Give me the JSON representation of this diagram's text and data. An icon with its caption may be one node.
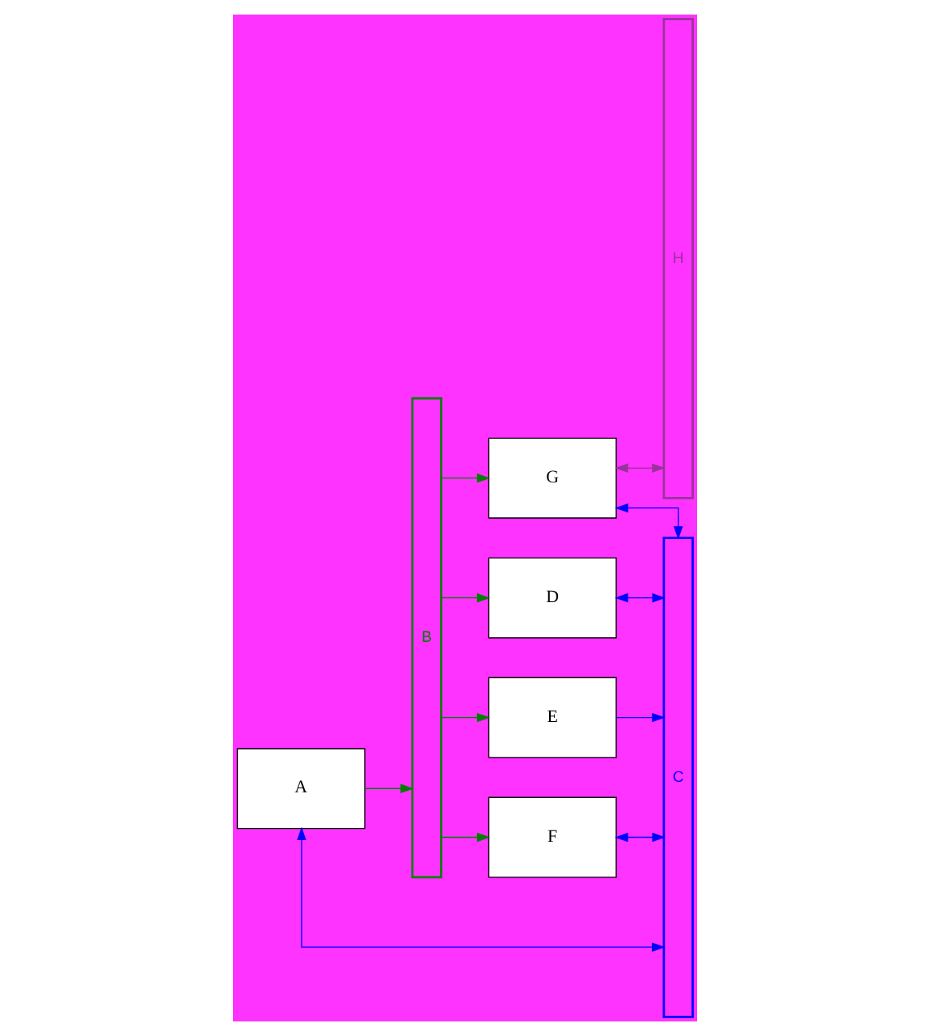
{
  "diagram": {
    "nodes": [
      {
        "text": [
          "A"
        ]
      },
      {
        "text": [
          "B"
        ]
      },
      {
        "text": [
          "C"
        ]
      },
      {
        "text": [
          "D"
        ]
      },
      {
        "text": [
          "E"
        ]
      },
      {
        "text": [
          "F"
        ]
      },
      {
        "text": [
          "G"
        ]
      },
      {
        "text": [
          "H"
        ]
      }
    ],
    "edges": [
      {
        "from": 0,
        "to": 1,
        "arrow": "to",
        "color": "#008000"
      },
      {
        "from": 0,
        "to": 2,
        "arrow": "both",
        "color": "#0000ff"
      },
      {
        "from": 1,
        "to": 3,
        "arrow": "to",
        "color": "#008000"
      },
      {
        "from": 2,
        "to": 3,
        "arrow": "both",
        "color": "#0000ff"
      },
      {
        "from": 1,
        "to": 4,
        "arrow": "to",
        "color": "#008000"
      },
      {
        "from": 4,
        "to": 2,
        "arrow": "to",
        "color": "#0000ff"
      },
      {
        "from": 1,
        "to": 5,
        "arrow": "to",
        "color": "#008000"
      },
      {
        "from": 2,
        "to": 5,
        "arrow": "both",
        "color": "#0000ff"
      },
      {
        "from": 1,
        "to": 6,
        "arrow": "to",
        "color": "#008000"
      },
      {
        "from": 2,
        "to": 6,
        "arrow": "both",
        "color": "#0000ff"
      },
      {
        "from": 6,
        "to": 7,
        "arrow": "both",
        "color": "#993399"
      }
    ]
  }
}
